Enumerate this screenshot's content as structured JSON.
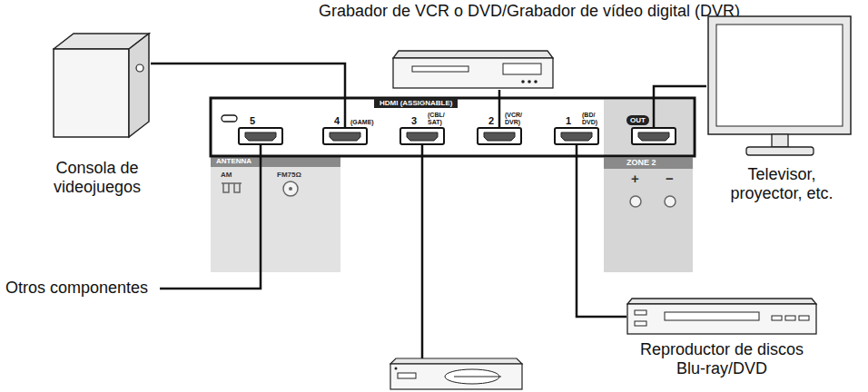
{
  "diagram": {
    "nodes": [
      {
        "text": [
          "Grabador de VCR o DVD/Grabador de vídeo digital (DVR)"
        ]
      },
      {
        "text": [
          "Consola de videojuegos"
        ]
      },
      {
        "text": [
          "Televisor, proyector, etc."
        ]
      },
      {
        "text": [
          "HDMI (ASSIGNABLE)"
        ]
      },
      {
        "text": [
          "5"
        ],
        "in": 3
      },
      {
        "text": [
          "4",
          "(GAME)"
        ],
        "in": 3
      },
      {
        "text": [
          "3",
          "(CBL/ SAT)"
        ],
        "in": 3
      },
      {
        "text": [
          "2",
          "(VCR/ DVR)"
        ],
        "in": 3
      },
      {
        "text": [
          "1",
          "(BD/ DVD)"
        ],
        "in": 3
      },
      {
        "text": [
          "OUT"
        ],
        "in": 3
      },
      {
        "text": [
          "Reproductor de discos Blu-ray/DVD"
        ]
      }
    ],
    "edges": [
      {
        "from": 1,
        "to": 5,
        "arrow": "none"
      },
      {
        "from": 0,
        "to": 7,
        "arrow": "none"
      },
      {
        "from": 2,
        "to": 9,
        "arrow": "none"
      },
      {
        "from": 10,
        "to": 8,
        "arrow": "none"
      }
    ],
    "labels": [
      "Otros componentes",
      "ANTENNA",
      "AM",
      "FM75Ω",
      "ZONE 2",
      "+",
      "−"
    ]
  }
}
